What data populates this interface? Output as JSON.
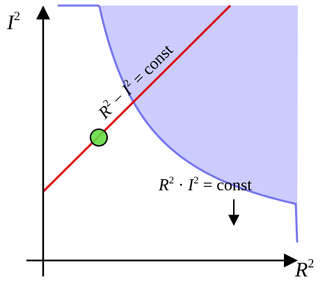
{
  "axes": {
    "x_label": "R",
    "x_exp": "2",
    "y_label": "I",
    "y_exp": "2"
  },
  "annotations": {
    "line_label": {
      "r": "R",
      "r_exp": "2",
      "minus": " − ",
      "i": "I",
      "i_exp": "2",
      "rest": " = const"
    },
    "curve_label": {
      "r": "R",
      "r_exp": "2",
      "dot": " · ",
      "i": "I",
      "i_exp": "2",
      "rest": " = const"
    }
  },
  "colors": {
    "region_fill": "#ccccff",
    "curve": "#7777ee",
    "line": "#dd0011",
    "marker_fill": "#66dd44",
    "marker_stroke": "#000000",
    "axes": "#000000"
  }
}
